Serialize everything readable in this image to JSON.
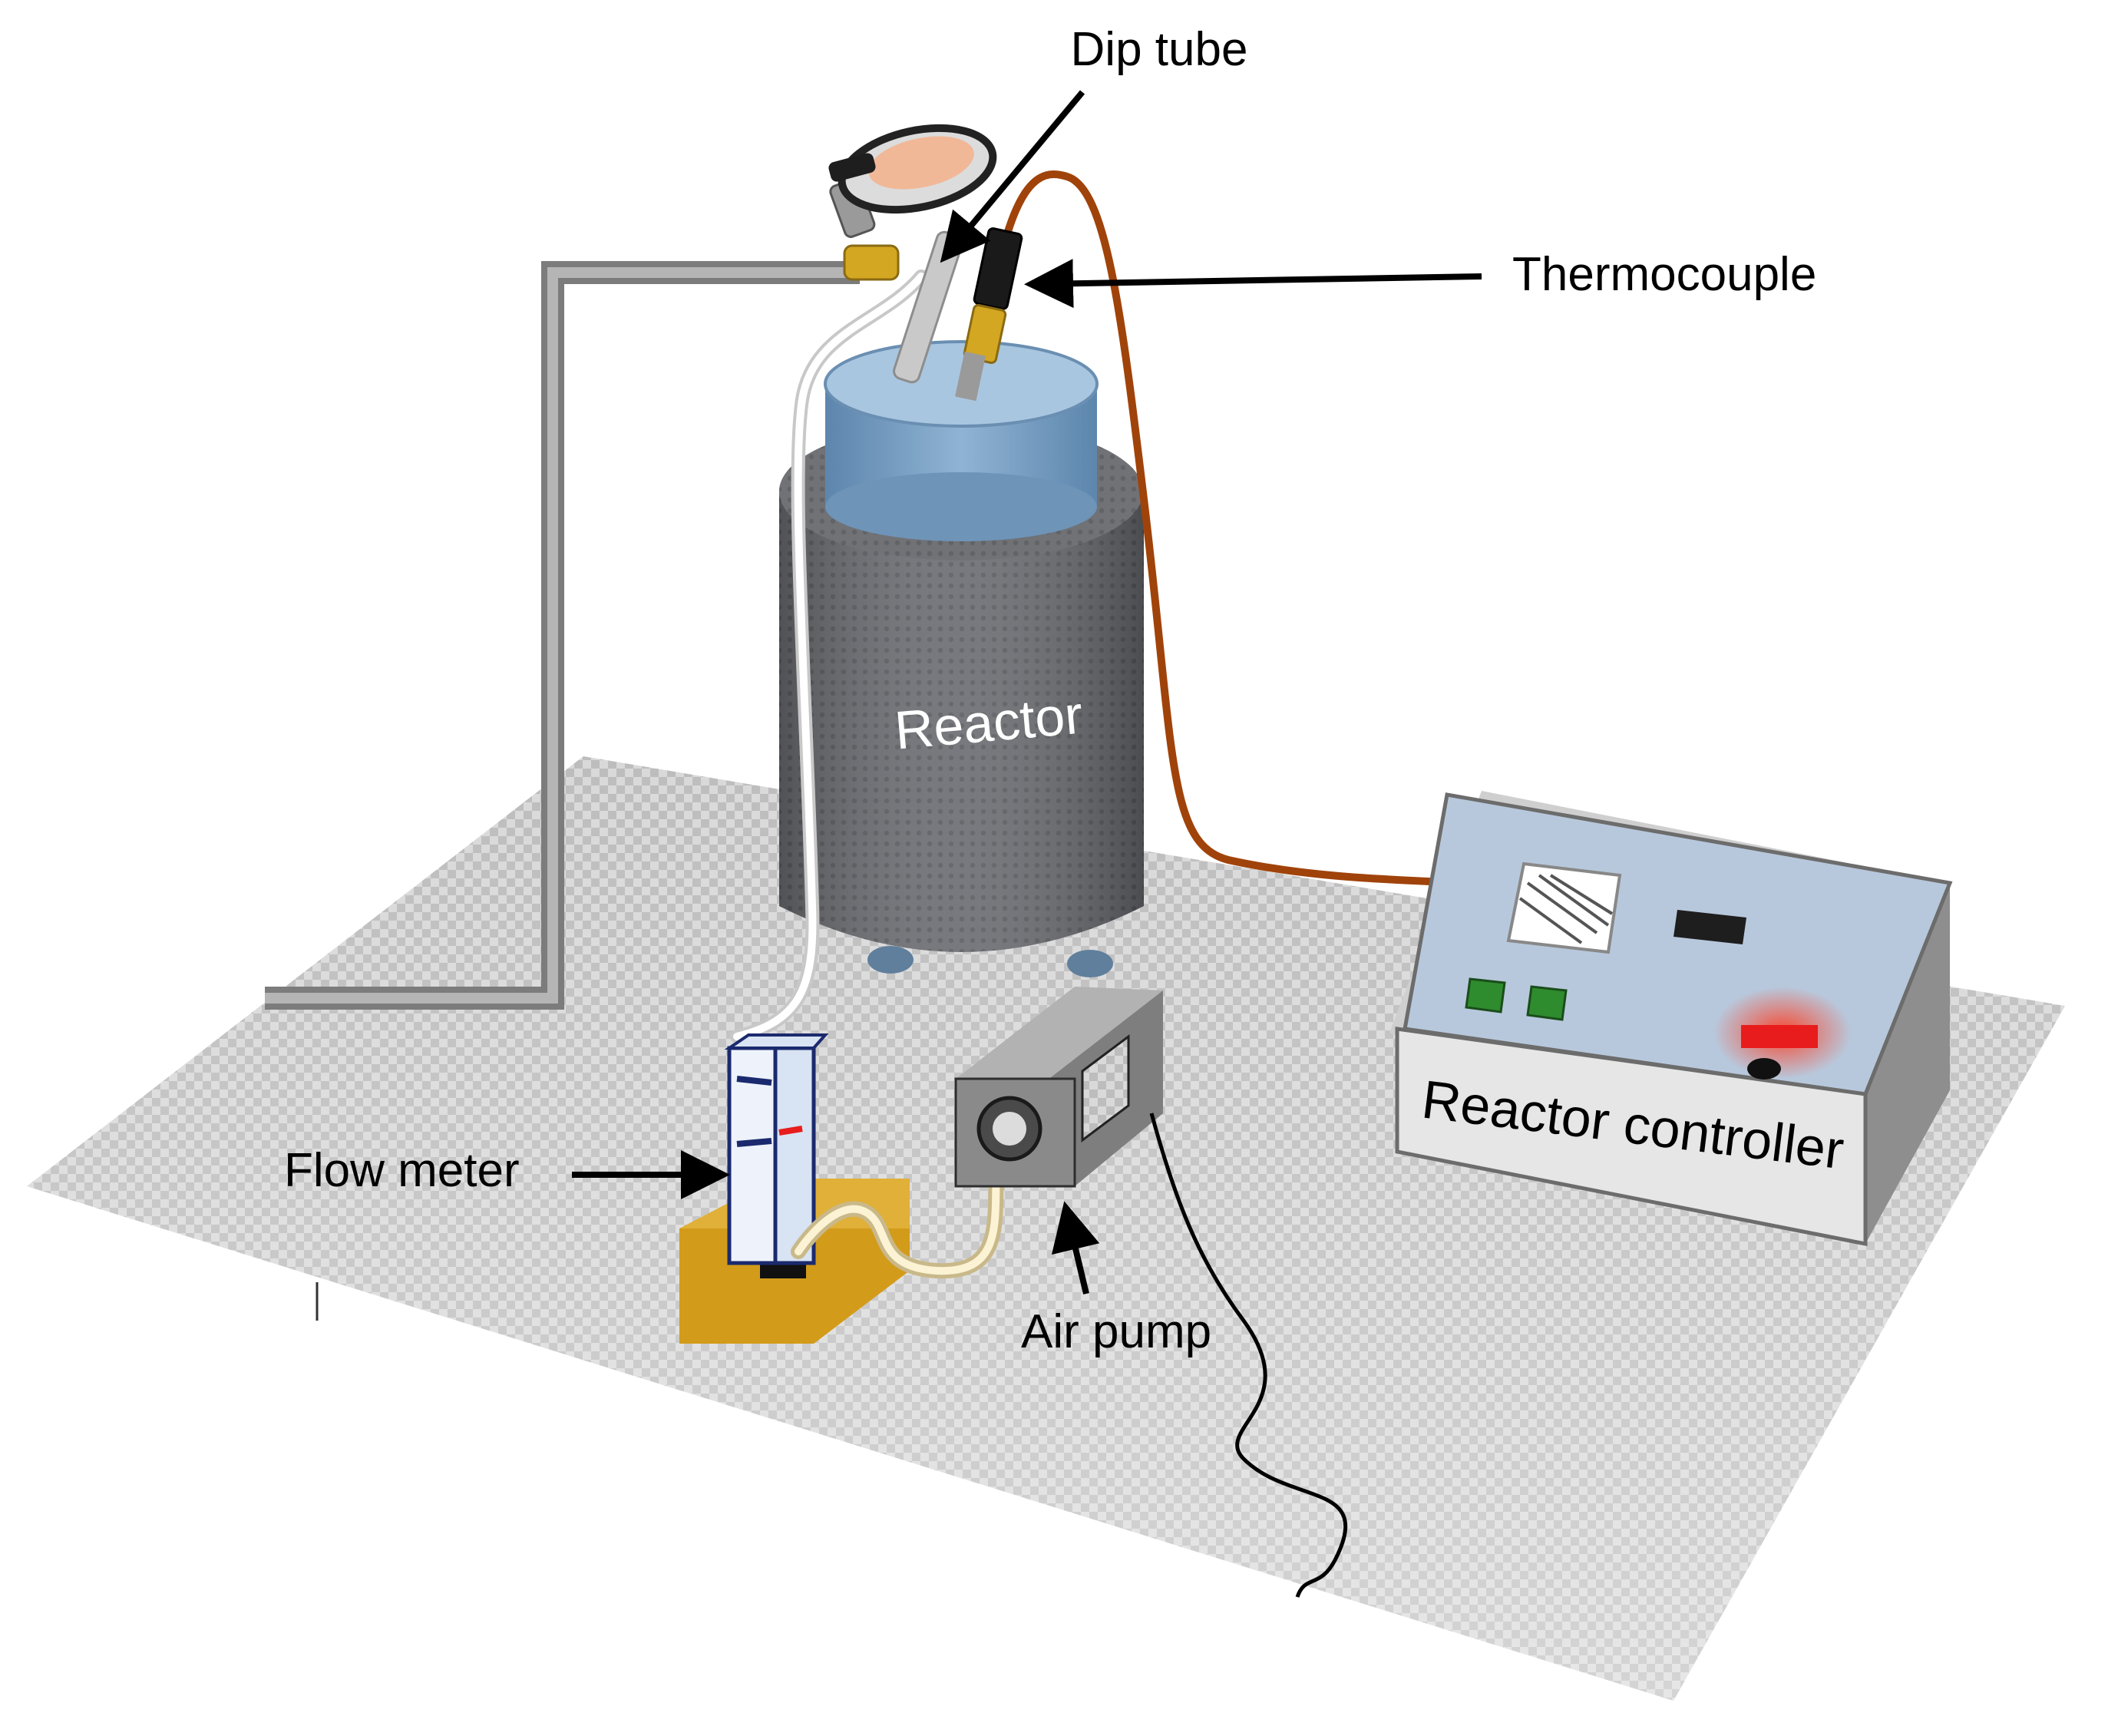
{
  "labels": {
    "dip_tube": "Dip tube",
    "thermocouple": "Thermocouple",
    "reactor": "Reactor",
    "flow_meter": "Flow meter",
    "air_pump": "Air pump",
    "reactor_controller": "Reactor controller"
  },
  "colors": {
    "platform": "#cfcfcf",
    "reactor_body": "#6b6d72",
    "reactor_top": "#7fa3c4",
    "controller_panel": "#b8c8dc",
    "controller_front": "#e6e6e6",
    "thermocouple_wire": "#a0430a",
    "indicator_red": "#e81c1c",
    "switch_green": "#2e8b2e",
    "base_block": "#d39b1a",
    "stand_rod": "#9a9a9a"
  }
}
